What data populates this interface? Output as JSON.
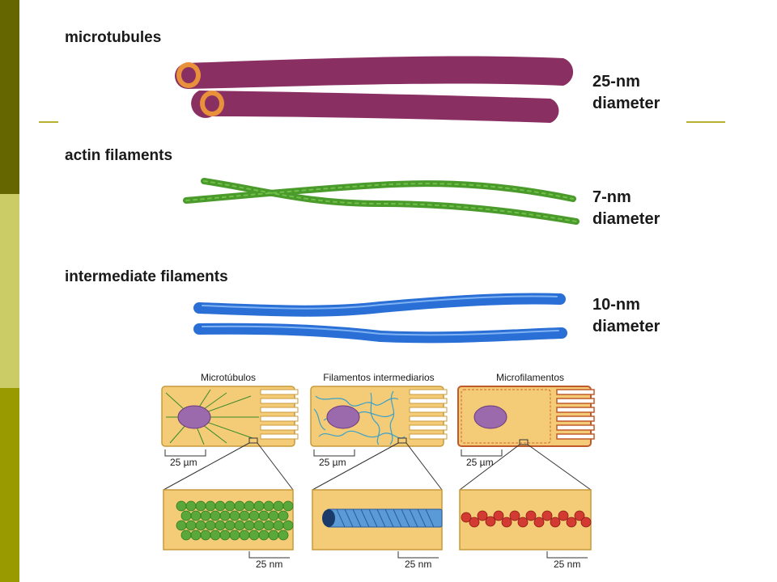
{
  "colors": {
    "sidebar_top": "#666600",
    "sidebar_mid": "#cccc66",
    "sidebar_bottom": "#999900",
    "deco_line": "#b8b030",
    "microtubule": "#8a2f62",
    "microtubule_rim": "#e8913a",
    "actin": "#4a9a2c",
    "intermediate": "#2a6fd6",
    "cell_fill": "#f4cc78",
    "nucleus": "#9a6aac"
  },
  "sections": [
    {
      "label": "microtubules",
      "diameter_value": "25-nm",
      "diameter_word": "diameter"
    },
    {
      "label": "actin filaments",
      "diameter_value": "7-nm",
      "diameter_word": "diameter"
    },
    {
      "label": "intermediate filaments",
      "diameter_value": "10-nm",
      "diameter_word": "diameter"
    }
  ],
  "panels": [
    {
      "title": "Microtúbulos",
      "cell_scale": "25 µm",
      "zoom_scale": "25 nm"
    },
    {
      "title": "Filamentos intermediarios",
      "cell_scale": "25 µm",
      "zoom_scale": "25 nm"
    },
    {
      "title": "Microfilamentos",
      "cell_scale": "25 µm",
      "zoom_scale": "25 nm"
    }
  ]
}
